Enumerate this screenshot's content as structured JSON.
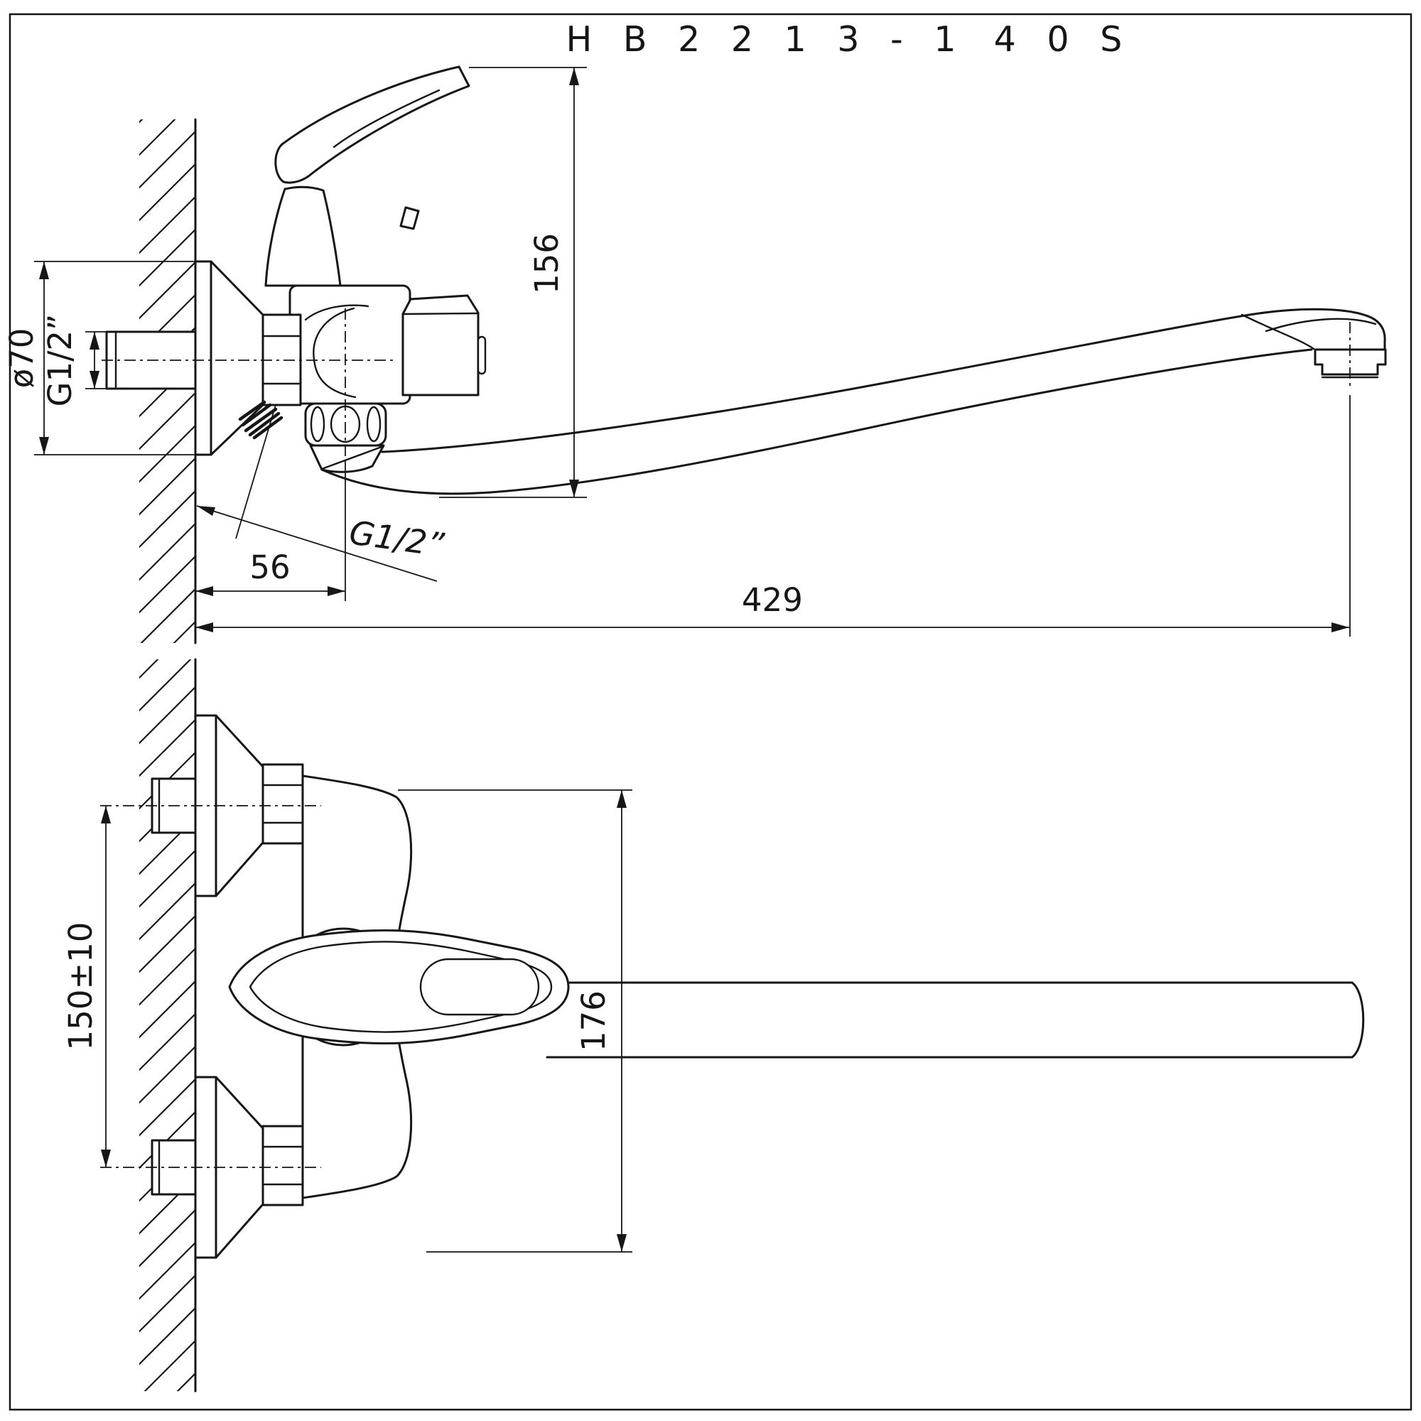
{
  "title": {
    "model_code": "H B 2 2 1 3 - 1",
    "size_code": "4 0 S"
  },
  "dimensions": {
    "overall_height_mm": "156",
    "spout_reach_mm": "429",
    "wall_to_body_axis_mm": "56",
    "escutcheon_diameter": "ø70",
    "inlet_pipe_thread": "G1/2”",
    "shower_connection_thread": "G1/2”",
    "inlet_centers_mm": "150±10",
    "body_width_mm": "176"
  },
  "colors": {
    "line_color": "#161616",
    "paper_color": "#ffffff"
  }
}
